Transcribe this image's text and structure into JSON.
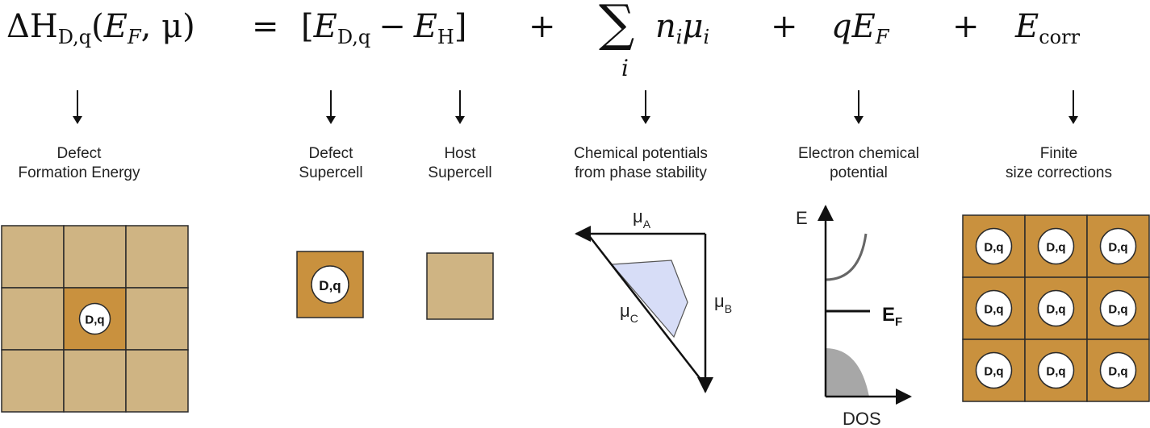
{
  "equation": {
    "lhs_symbol": "ΔH",
    "lhs_sub": "D,q",
    "lhs_args_open": "(",
    "lhs_arg_E": "E",
    "lhs_arg_E_sub": "F",
    "lhs_args_rest": ", μ)",
    "equals": "=",
    "bracket_open": "[",
    "term1_E": "E",
    "term1_sub": "D,q",
    "minus": "−",
    "term2_E": "E",
    "term2_sub": "H",
    "bracket_close": "]",
    "plus1": "+",
    "sum_symbol": "∑",
    "sum_index": "i",
    "sum_term_n": "n",
    "sum_term_n_sub": "i",
    "sum_term_mu": "μ",
    "sum_term_mu_sub": "i",
    "plus2": "+",
    "qE_q": "q",
    "qE_E": "E",
    "qE_sub": "F",
    "plus3": "+",
    "corr_E": "E",
    "corr_sub": "corr"
  },
  "labels": {
    "formation": [
      "Defect",
      "Formation Energy"
    ],
    "defect_supercell": [
      "Defect",
      "Supercell"
    ],
    "host_supercell": [
      "Host",
      "Supercell"
    ],
    "chem_potentials": [
      "Chemical potentials",
      "from phase stability"
    ],
    "electron_chem": [
      "Electron chemical",
      "potential"
    ],
    "finite_size": [
      "Finite",
      "size corrections"
    ]
  },
  "defect_label": "D,q",
  "triangle": {
    "mu_a": "μ",
    "mu_a_sub": "A",
    "mu_b": "μ",
    "mu_b_sub": "B",
    "mu_c": "μ",
    "mu_c_sub": "C"
  },
  "dos": {
    "y_label": "E",
    "x_label": "DOS",
    "fermi_label": "E",
    "fermi_sub": "F"
  },
  "colors": {
    "host_tan": "#cfb483",
    "defect_brown": "#c9913e",
    "cell_border": "#2a2a2a",
    "region_blue": "#d7ddf7",
    "dos_gray": "#a7a7a7"
  }
}
